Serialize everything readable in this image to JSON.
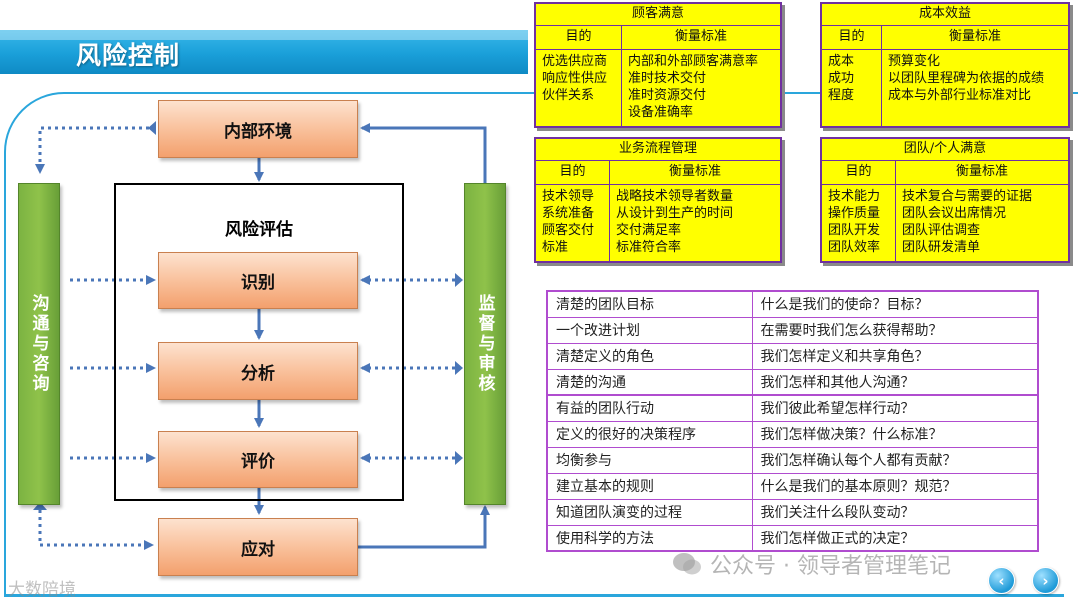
{
  "title": "风险控制",
  "flow": {
    "internal_env": "内部环境",
    "risk_assessment": "风险评估",
    "identify": "识别",
    "analyze": "分析",
    "evaluate": "评价",
    "respond": "应对",
    "communication": "沟通与咨询",
    "monitoring": "监督与审核"
  },
  "tables": {
    "customer": {
      "title": "顾客满意",
      "col1": "目的",
      "col2": "衡量标准",
      "purpose": [
        "优选供应商",
        "响应性供应",
        "伙伴关系"
      ],
      "measures": [
        "内部和外部顾客满意率",
        "准时技术交付",
        "准时资源交付",
        "设备准确率"
      ]
    },
    "cost": {
      "title": "成本效益",
      "col1": "目的",
      "col2": "衡量标准",
      "purpose": [
        "成本",
        "成功",
        "程度"
      ],
      "measures": [
        "预算变化",
        "以团队里程碑为依据的成绩",
        "成本与外部行业标准对比"
      ]
    },
    "process": {
      "title": "业务流程管理",
      "col1": "目的",
      "col2": "衡量标准",
      "purpose": [
        "技术领导",
        "系统准备",
        "顾客交付",
        "标准"
      ],
      "measures": [
        "战略技术领导者数量",
        "从设计到生产的时间",
        "交付满足率",
        "标准符合率"
      ]
    },
    "team": {
      "title": "团队/个人满意",
      "col1": "目的",
      "col2": "衡量标准",
      "purpose": [
        "技术能力",
        "操作质量",
        "团队开发",
        "团队效率"
      ],
      "measures": [
        "技术复合与需要的证据",
        "团队会议出席情况",
        "团队评估调查",
        "团队研发清单"
      ]
    }
  },
  "questions": [
    [
      "清楚的团队目标",
      "什么是我们的使命？目标？"
    ],
    [
      "一个改进计划",
      "在需要时我们怎么获得帮助？"
    ],
    [
      "清楚定义的角色",
      "我们怎样定义和共享角色？"
    ],
    [
      "清楚的沟通",
      "我们怎样和其他人沟通？"
    ],
    [
      "有益的团队行动",
      "我们彼此希望怎样行动？"
    ],
    [
      "定义的很好的决策程序",
      "我们怎样做决策？什么标准？"
    ],
    [
      "均衡参与",
      "我们怎样确认每个人都有贡献？"
    ],
    [
      "建立基本的规则",
      "什么是我们的基本原则？规范？"
    ],
    [
      "知道团队演变的过程",
      "我们关注什么段队变动？"
    ],
    [
      "使用科学的方法",
      "我们怎样做正式的决定？"
    ]
  ],
  "watermark_bottom": "公众号 · 领导者管理笔记",
  "watermark_left": "大数陪境",
  "nav": {
    "prev": "‹",
    "next": "›"
  },
  "colors": {
    "accent": "#1a9fd9",
    "green": "#7cb342",
    "yellow": "#ffff00",
    "purple": "#7030a0"
  }
}
